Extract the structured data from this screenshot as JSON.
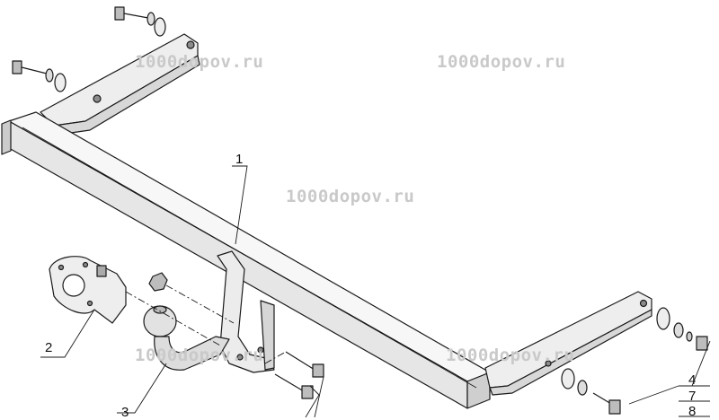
{
  "watermarks": [
    "1000dopov.ru",
    "1000dopov.ru",
    "1000dopov.ru",
    "1000dopov.ru",
    "1000dopov.ru"
  ],
  "callouts": {
    "part_1": "1",
    "part_2": "2",
    "part_3": "3",
    "part_4": "4",
    "part_7": "7",
    "part_8": "8"
  },
  "colors": {
    "line": "#1a1a1a",
    "fill_light": "#f4f4f4",
    "fill_mid": "#d8d8d8",
    "fill_dark": "#8c8c8c",
    "watermark": "#c9c9c9"
  }
}
